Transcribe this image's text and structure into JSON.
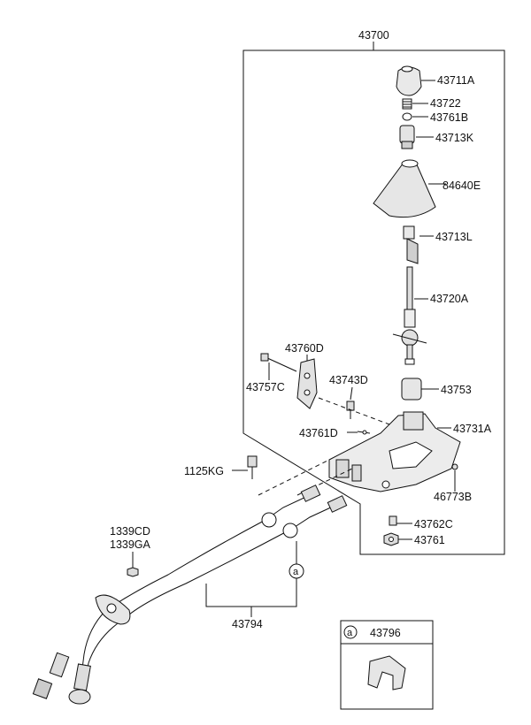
{
  "assembly_label": "43700",
  "parts": {
    "p43711A": "43711A",
    "p43722": "43722",
    "p43761B": "43761B",
    "p43713K": "43713K",
    "p84640E": "84640E",
    "p43713L": "43713L",
    "p43720A": "43720A",
    "p43760D": "43760D",
    "p43757C": "43757C",
    "p43743D": "43743D",
    "p43753": "43753",
    "p43761D": "43761D",
    "p43731A": "43731A",
    "p1125KG": "1125KG",
    "p46773B": "46773B",
    "p43762C": "43762C",
    "p43761": "43761",
    "p1339CD": "1339CD",
    "p1339GA": "1339GA",
    "p43794": "43794"
  },
  "callout_marker": "a",
  "inset": {
    "marker": "a",
    "part_number": "43796"
  }
}
